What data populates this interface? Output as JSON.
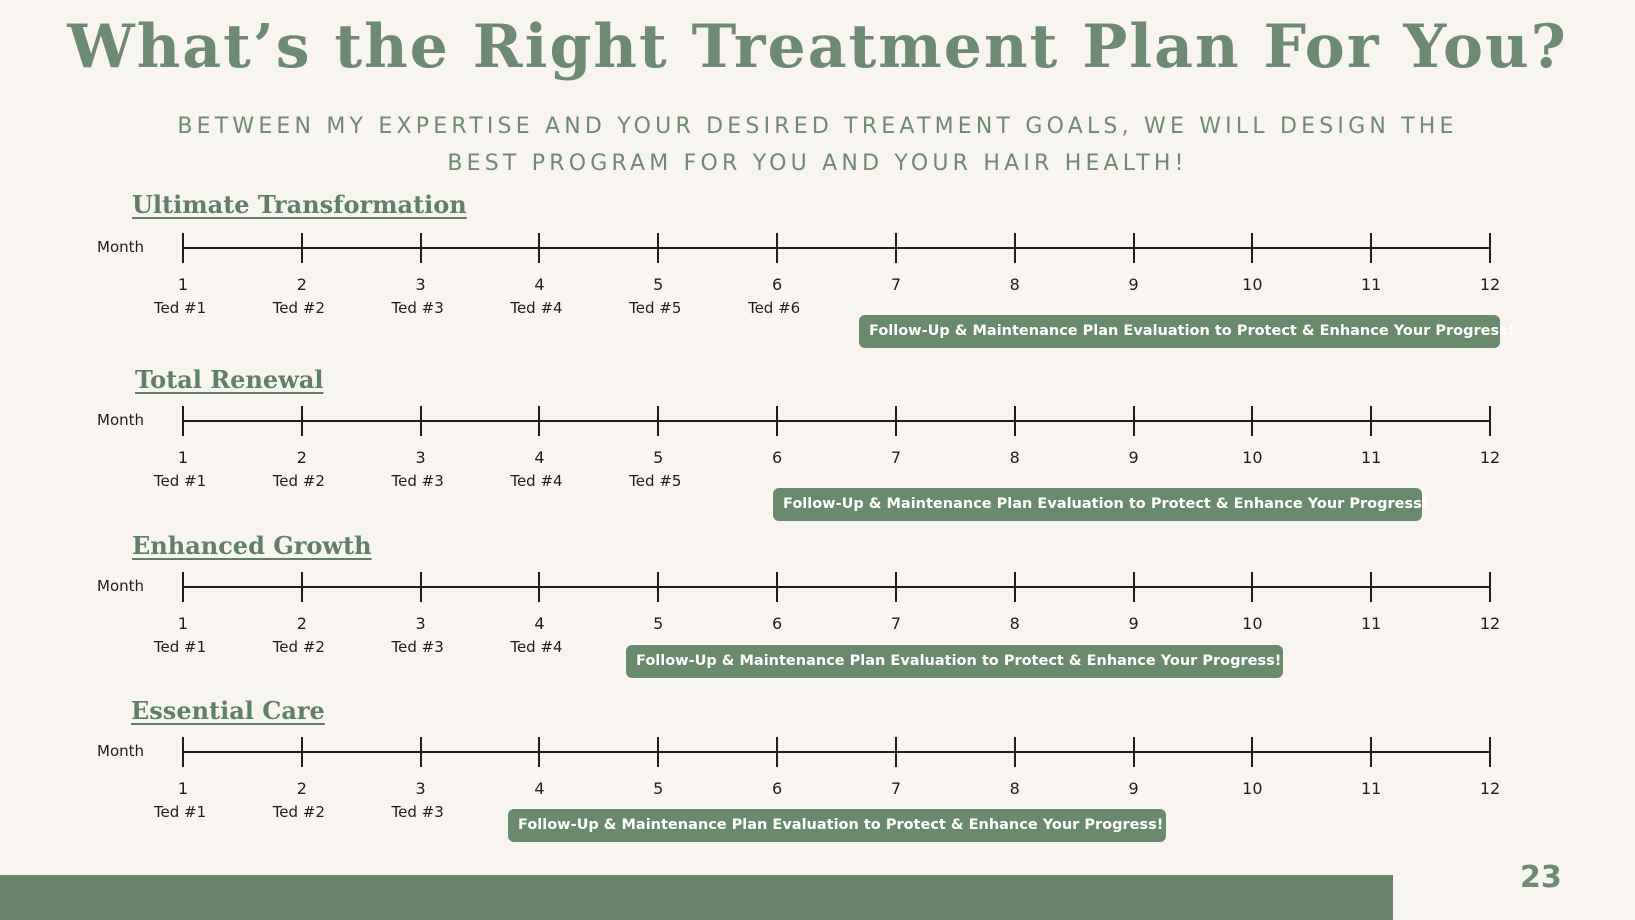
{
  "page": {
    "title": "What’s the Right Treatment Plan For You?",
    "subtitle": "BETWEEN MY EXPERTISE AND YOUR DESIRED TREATMENT GOALS, WE WILL DESIGN THE BEST PROGRAM FOR YOU AND YOUR HAIR HEALTH!",
    "page_number": "23"
  },
  "colors": {
    "accent": "#6e8a72",
    "badge": "#6a8a6e",
    "background": "#f8f5f0",
    "footer_bar": "#6a836c"
  },
  "axis": {
    "label": "Month",
    "months": [
      "1",
      "2",
      "3",
      "4",
      "5",
      "6",
      "7",
      "8",
      "9",
      "10",
      "11",
      "12"
    ]
  },
  "plans": [
    {
      "name": "Ultimate Transformation",
      "sessions": [
        "Ted #1",
        "Ted #2",
        "Ted #3",
        "Ted #4",
        "Ted #5",
        "Ted #6"
      ],
      "followup": "Follow-Up & Maintenance Plan Evaluation to Protect & Enhance Your Progress!"
    },
    {
      "name": "Total Renewal",
      "sessions": [
        "Ted #1",
        "Ted #2",
        "Ted #3",
        "Ted #4",
        "Ted #5"
      ],
      "followup": "Follow-Up & Maintenance Plan Evaluation to Protect & Enhance Your Progress!"
    },
    {
      "name": "Enhanced Growth",
      "sessions": [
        "Ted #1",
        "Ted #2",
        "Ted #3",
        "Ted #4"
      ],
      "followup": "Follow-Up & Maintenance Plan Evaluation to Protect & Enhance Your Progress!"
    },
    {
      "name": "Essential Care",
      "sessions": [
        "Ted #1",
        "Ted #2",
        "Ted #3"
      ],
      "followup": "Follow-Up & Maintenance Plan Evaluation to Protect & Enhance Your Progress!"
    }
  ]
}
